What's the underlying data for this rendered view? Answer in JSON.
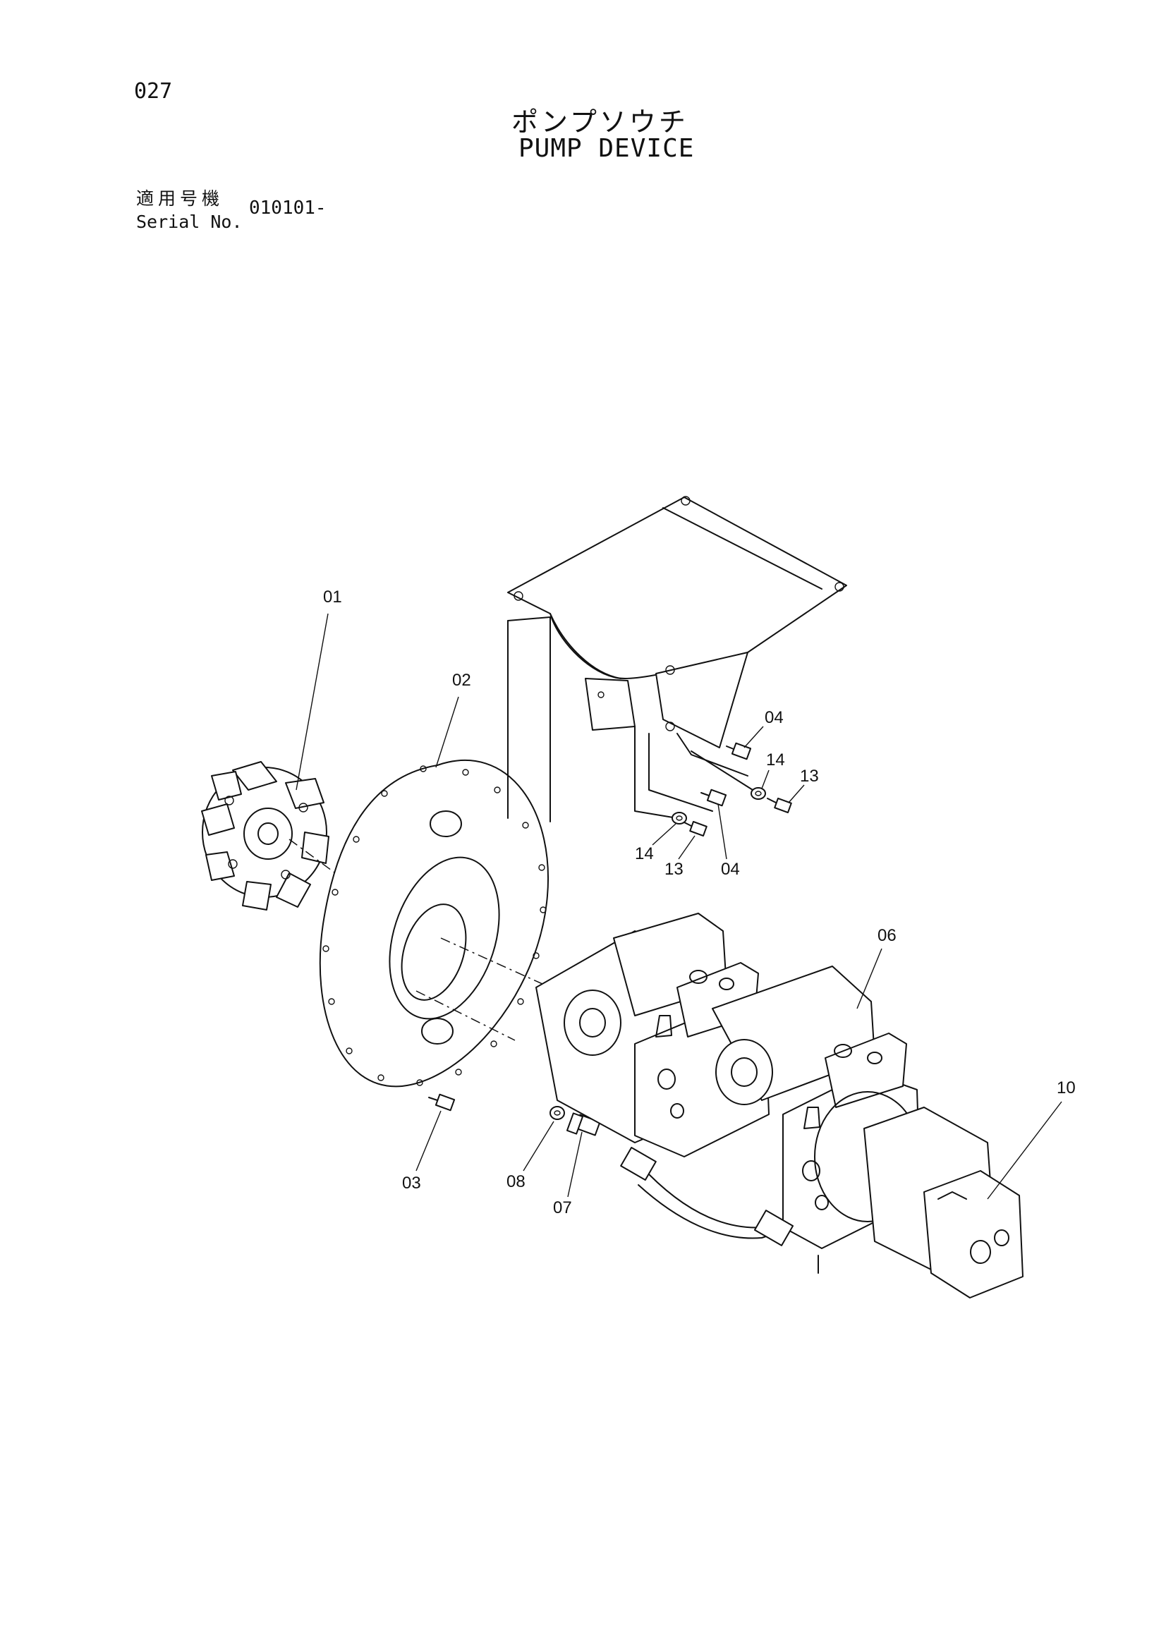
{
  "header": {
    "page_number": "027",
    "title_jp": "ポンプソウチ",
    "title_en": "PUMP DEVICE",
    "serial_label_jp": "適用号機",
    "serial_label_en": "Serial No.",
    "serial_value": "010101-"
  },
  "callouts": {
    "c01": "01",
    "c02": "02",
    "c03": "03",
    "c04a": "04",
    "c04b": "04",
    "c06": "06",
    "c07": "07",
    "c08": "08",
    "c10": "10",
    "c13a": "13",
    "c13b": "13",
    "c14a": "14",
    "c14b": "14"
  }
}
